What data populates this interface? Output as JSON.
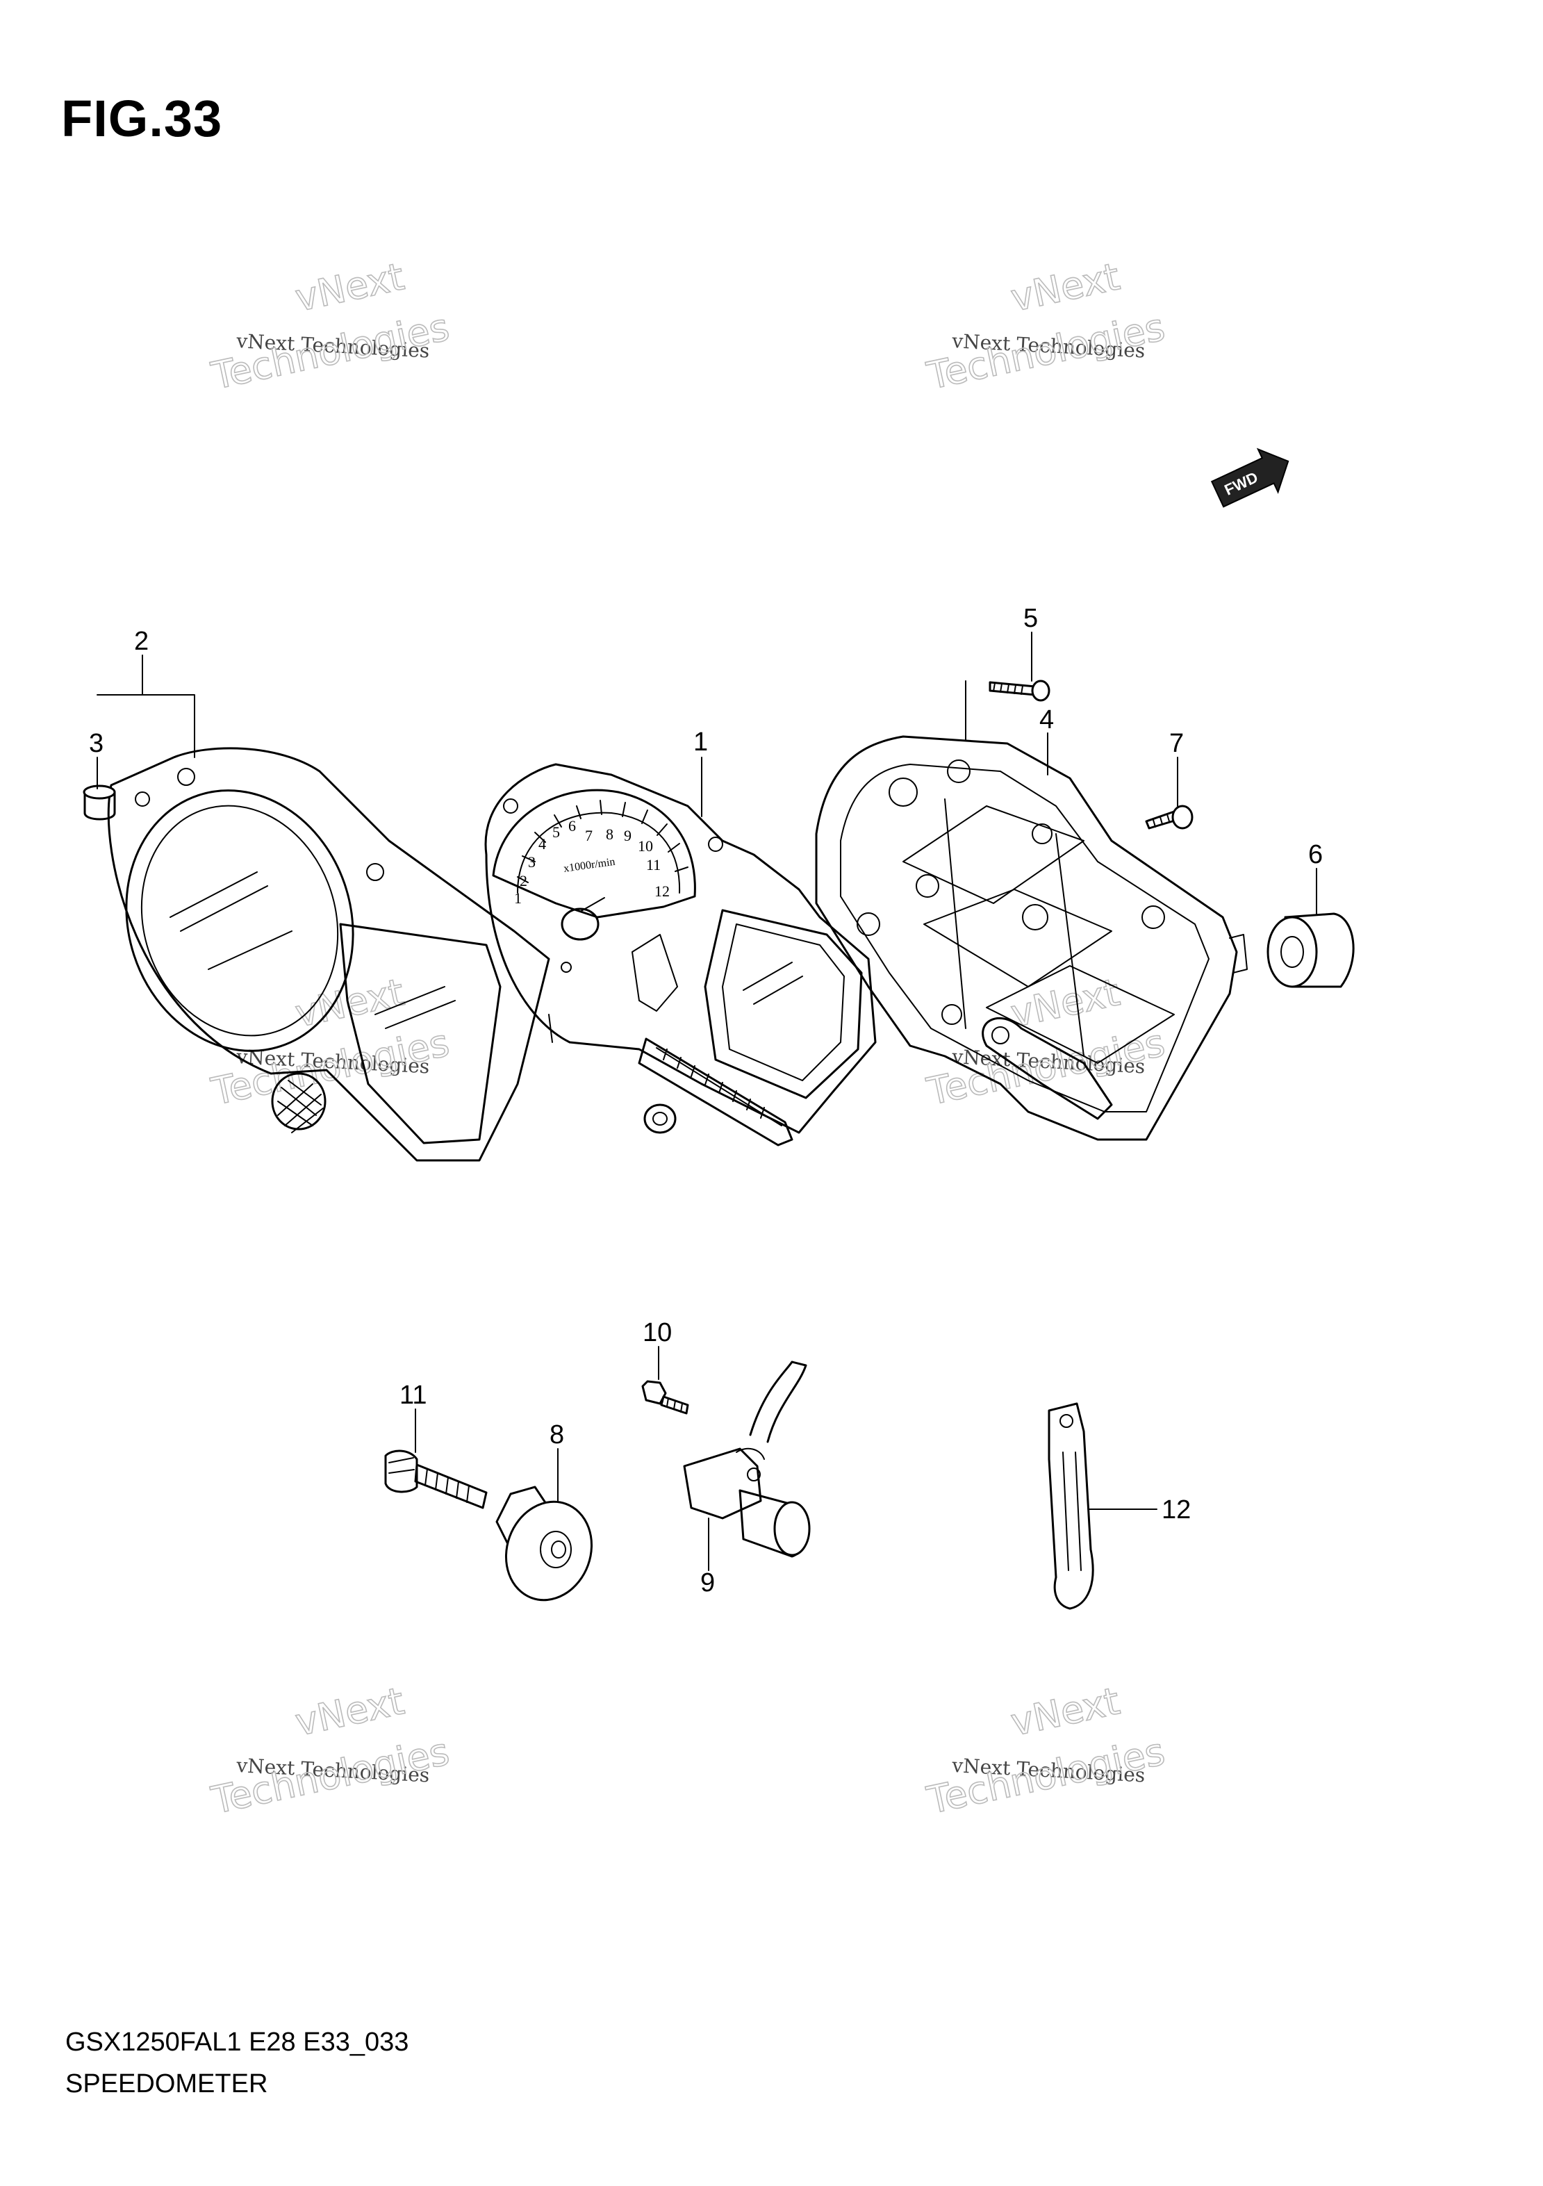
{
  "figure": {
    "title": "FIG.33",
    "model_code": "GSX1250FAL1 E28 E33_033",
    "section_name": "SPEEDOMETER"
  },
  "direction_marker": "FWD",
  "watermark": {
    "line1": "vNext",
    "line2": "vNext Technologies",
    "line3": "Technologies"
  },
  "callouts": [
    "1",
    "2",
    "3",
    "4",
    "5",
    "6",
    "7",
    "8",
    "9",
    "10",
    "11",
    "12"
  ],
  "gauge": {
    "tick_labels": [
      "1",
      "2",
      "3",
      "4",
      "5",
      "6",
      "7",
      "8",
      "9",
      "10",
      "11",
      "12"
    ],
    "unit": "x1000r/min"
  }
}
